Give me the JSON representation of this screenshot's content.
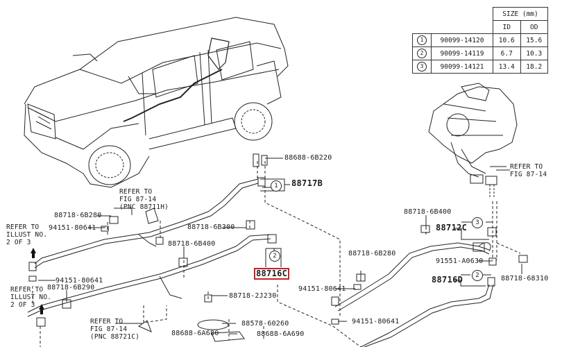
{
  "size_table": {
    "header": "SIZE (mm)",
    "columns": [
      "ID",
      "OD"
    ],
    "rows": [
      {
        "ref": "1",
        "part": "90099-14120",
        "id": "10.6",
        "od": "15.6"
      },
      {
        "ref": "2",
        "part": "90099-14119",
        "id": "6.7",
        "od": "10.3"
      },
      {
        "ref": "3",
        "part": "90099-14121",
        "id": "13.4",
        "od": "18.2"
      }
    ]
  },
  "labels": {
    "p88688_6B220": "88688-6B220",
    "p88717B": "88717B",
    "p88718_6B280_left": "88718-6B280",
    "p94151_80641_left_top": "94151-80641",
    "p88718_6B300": "88718-6B300",
    "p88718_6B400_left": "88718-6B400",
    "p94151_80641_left_mid": "94151-80641",
    "p88718_6B290": "88718-6B290",
    "p88716C": "88716C",
    "p88718_2J230": "88718-2J230",
    "p88578_60260": "88578-60260",
    "p88688_6A680": "88688-6A680",
    "p88688_6A690": "88688-6A690",
    "p88718_6B400_right": "88718-6B400",
    "p88712C": "88712C",
    "p88718_6B280_right": "88718-6B280",
    "p91551_A0630": "91551-A0630",
    "p94151_80641_right_top": "94151-80641",
    "p88716D": "88716D",
    "p88718_68310": "88718-68310",
    "p94151_80641_right_bottom": "94151-80641"
  },
  "callouts": {
    "c_88717B": "1",
    "c_88716C": "2",
    "c_88712C": "3",
    "c_88716D": "2"
  },
  "references": {
    "ref_fig_top": {
      "line1": "REFER TO",
      "line2": "FIG 87-14",
      "line3": "(PNC 88711H)"
    },
    "ref_fig_bottom": {
      "line1": "REFER TO",
      "line2": "FIG 87-14",
      "line3": "(PNC 88721C)"
    },
    "ref_fig_right": {
      "line1": "REFER TO",
      "line2": "FIG 87-14"
    },
    "ref_illust_top": {
      "line1": "REFER TO",
      "line2": "ILLUST NO.",
      "line3": "2 OF 3"
    },
    "ref_illust_bottom": {
      "line1": "REFER TO",
      "line2": "ILLUST NO.",
      "line3": "2 OF 3"
    }
  },
  "highlight": {
    "part": "88716C",
    "color": "#c8202a"
  }
}
